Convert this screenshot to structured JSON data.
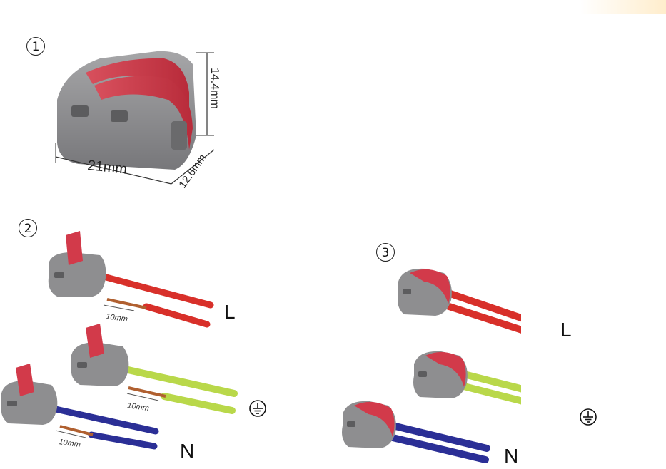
{
  "steps": {
    "one": "1",
    "two": "2",
    "three": "3"
  },
  "dimensions": {
    "height": "14.4mm",
    "width": "21mm",
    "depth": "12.6mm"
  },
  "strip_length": "10mm",
  "wire_labels": {
    "live": "L",
    "neutral": "N"
  },
  "icons": {
    "ground": "ground-symbol-icon"
  },
  "colors": {
    "housing": "#8e8e90",
    "lever": "#d23a4a",
    "live_wire": "#d8302a",
    "earth_wire": "#b9d84a",
    "neutral_wire": "#2b2f96",
    "copper": "#b06030"
  }
}
